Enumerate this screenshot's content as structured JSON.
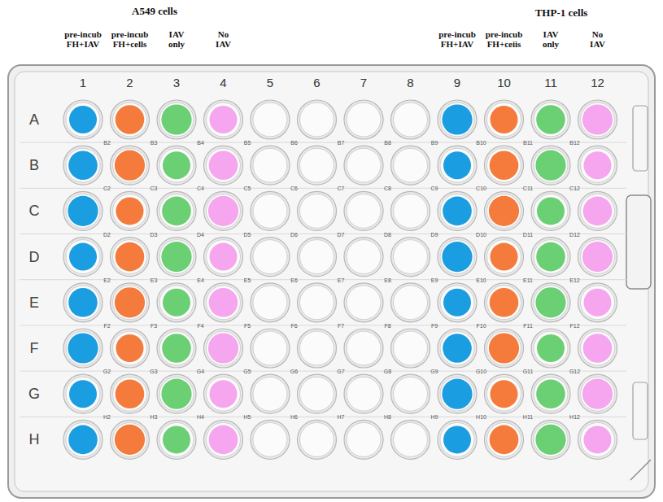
{
  "diagram": {
    "labels": [
      "A549 cells",
      "THP-1 cells",
      "pre-incub FH+IAV",
      "pre-incub FH+cells",
      "IAV only",
      "No IAV",
      "pre-incub FH+IAV",
      "pre-incub FH+ceiis",
      "IAV only",
      "No IAV",
      "1",
      "2",
      "3",
      "4",
      "5",
      "6",
      "7",
      "8",
      "9",
      "10",
      "11",
      "12",
      "A",
      "B",
      "C",
      "D",
      "E",
      "F",
      "G",
      "H",
      "B2",
      "B3",
      "B4",
      "B5",
      "B6",
      "B7",
      "B8",
      "B9",
      "B10",
      "B11",
      "B12",
      "C2",
      "C3",
      "C4",
      "C5",
      "C6",
      "C7",
      "C8",
      "C9",
      "C10",
      "C11",
      "C12",
      "D2",
      "D3",
      "D4",
      "D5",
      "D6",
      "D7",
      "D8",
      "D9",
      "D10",
      "D11",
      "D12",
      "E2",
      "E3",
      "E4",
      "E5",
      "E6",
      "E7",
      "E8",
      "E9",
      "E10",
      "E11",
      "E12",
      "F2",
      "F3",
      "F4",
      "F5",
      "F6",
      "F7",
      "F8",
      "F9",
      "F10",
      "F11",
      "F12",
      "G2",
      "G3",
      "G4",
      "G5",
      "G6",
      "G7",
      "G8",
      "G9",
      "G10",
      "G11",
      "G12",
      "H2",
      "H3",
      "H4",
      "H5",
      "H6",
      "H7",
      "H8",
      "H9",
      "H10",
      "H11",
      "H12"
    ]
  }
}
